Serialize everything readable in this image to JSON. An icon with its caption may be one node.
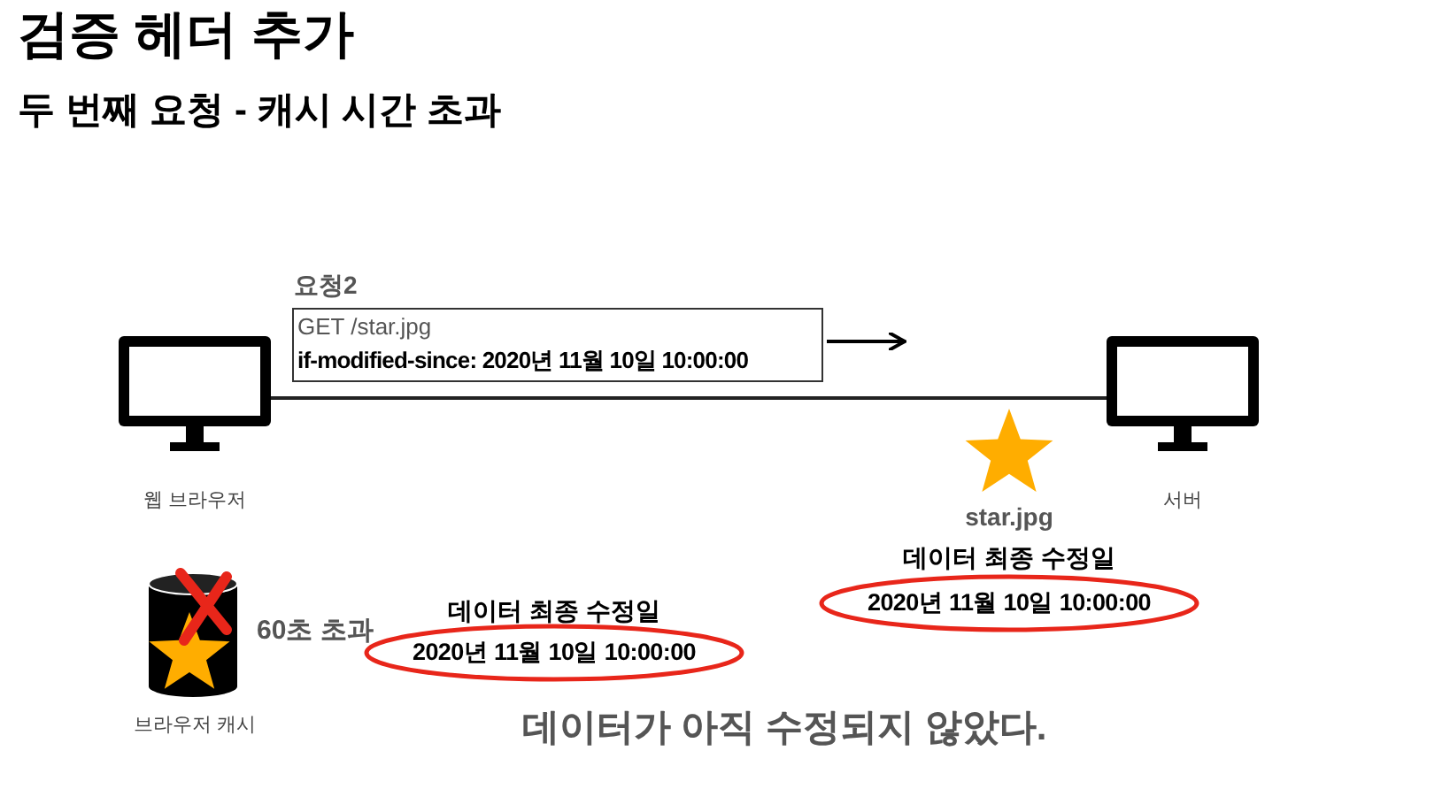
{
  "diagram": {
    "title": "검증 헤더 추가",
    "nodes": [
      {
        "text": [],
        "shape": "computer",
        "beside": [
          "웹 브라우저"
        ]
      },
      {
        "text": [
          "요청2",
          "GET /star.jpg",
          "if-modified-since: 2020년 11월 10일 10:00:00"
        ]
      },
      {
        "text": [],
        "shape": "computer",
        "beside": [
          "서버"
        ]
      },
      {
        "text": [],
        "shape": "star",
        "beside": [
          "star.jpg"
        ]
      },
      {
        "text": [
          "데이터 최종 수정일",
          "2020년 11월 10일 10:00:00"
        ]
      },
      {
        "text": [],
        "shape": "cylinder",
        "beside": [
          "브라우저 캐시"
        ]
      },
      {
        "text": [
          "데이터 최종 수정일",
          "2020년 11월 10일 10:00:00"
        ]
      }
    ],
    "edges": [
      {
        "from": 0,
        "to": 2,
        "arrow": "none"
      }
    ],
    "labels": [
      "두 번째 요청 - 캐시 시간 초과",
      "60초 초과",
      "데이터가 아직 수정되지 않았다."
    ]
  }
}
